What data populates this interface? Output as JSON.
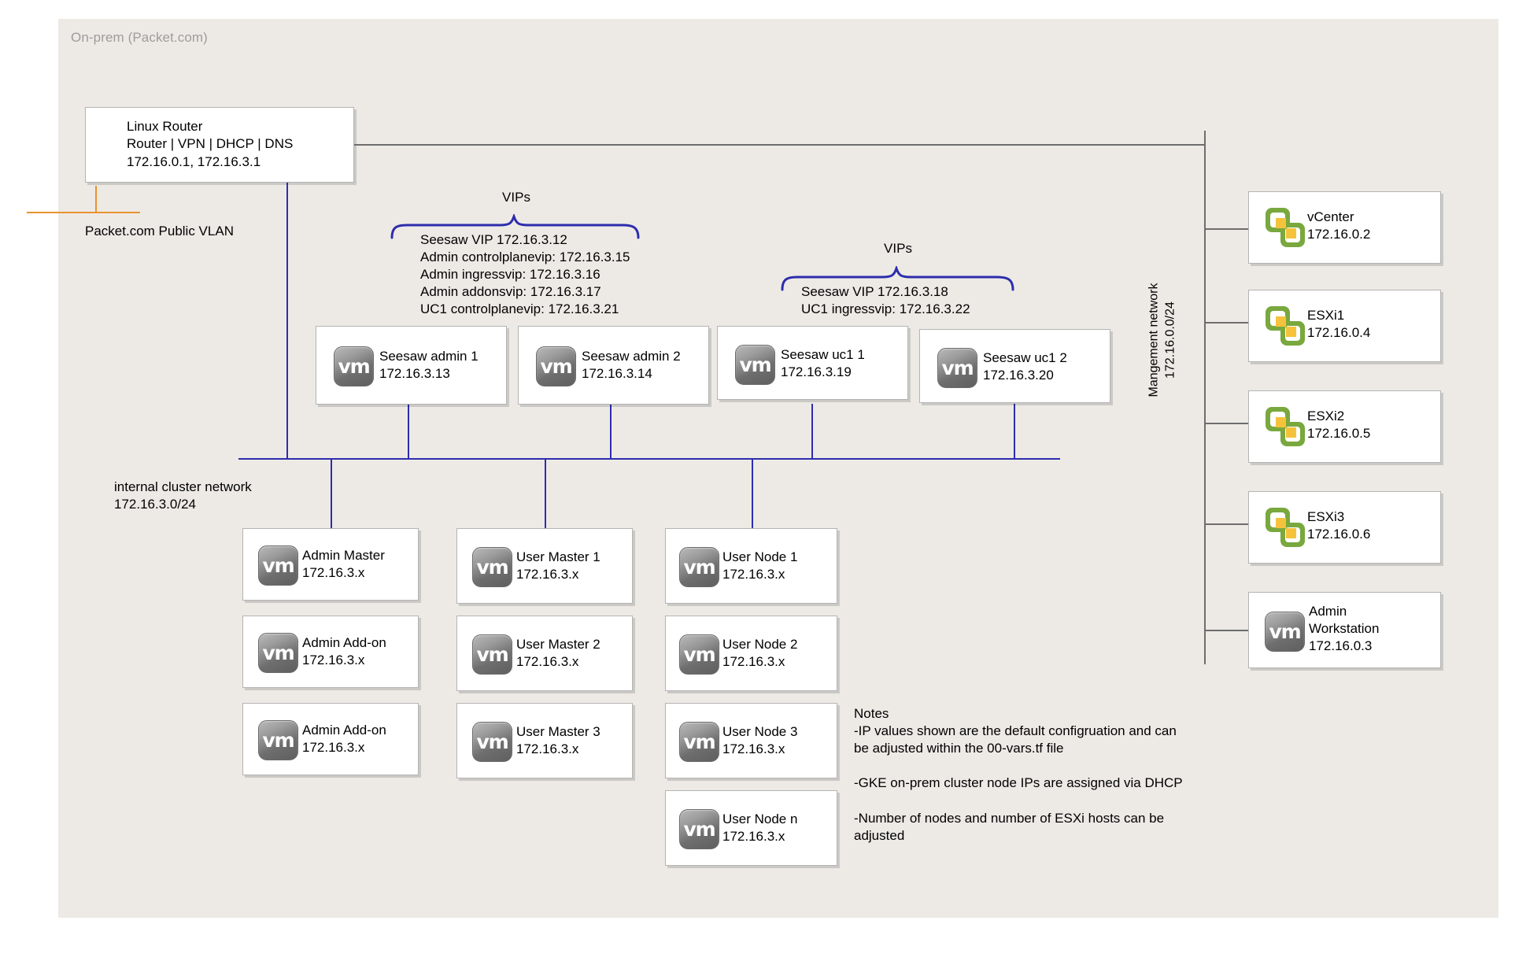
{
  "container": {
    "title": "On-prem (Packet.com)"
  },
  "router": {
    "name": "router-box",
    "text": "Linux Router\nRouter | VPN | DHCP | DNS\n172.16.0.1, 172.16.3.1"
  },
  "public_vlan": {
    "label": "Packet.com Public VLAN"
  },
  "internal_network": {
    "label": "internal cluster network\n172.16.3.0/24"
  },
  "management_network": {
    "label": "Mangement network\n172.16.0.0/24"
  },
  "vips_left": {
    "title": "VIPs",
    "lines": [
      "Seesaw VIP 172.16.3.12",
      "Admin controlplanevip: 172.16.3.15",
      "Admin ingressvip: 172.16.3.16",
      "Admin addonsvip: 172.16.3.17",
      "UC1 controlplanevip: 172.16.3.21"
    ],
    "text": "Seesaw VIP 172.16.3.12\nAdmin controlplanevip: 172.16.3.15\nAdmin ingressvip: 172.16.3.16\nAdmin addonsvip: 172.16.3.17\nUC1 controlplanevip: 172.16.3.21"
  },
  "vips_right": {
    "title": "VIPs",
    "lines": [
      "Seesaw VIP 172.16.3.18",
      "UC1 ingressvip: 172.16.3.22"
    ],
    "text": "Seesaw VIP 172.16.3.18\nUC1 ingressvip: 172.16.3.22"
  },
  "seesaw_nodes": [
    {
      "name": "seesaw-admin-1",
      "text": "Seesaw admin 1\n172.16.3.13",
      "icon": "vm-icon"
    },
    {
      "name": "seesaw-admin-2",
      "text": "Seesaw admin 2\n172.16.3.14",
      "icon": "vm-icon"
    },
    {
      "name": "seesaw-uc1-1",
      "text": "Seesaw uc1 1\n172.16.3.19",
      "icon": "vm-icon"
    },
    {
      "name": "seesaw-uc1-2",
      "text": "Seesaw uc1 2\n172.16.3.20",
      "icon": "vm-icon"
    }
  ],
  "admin_column": [
    {
      "name": "admin-master",
      "text": "Admin Master\n172.16.3.x",
      "icon": "vm-icon"
    },
    {
      "name": "admin-addon-1",
      "text": "Admin Add-on\n172.16.3.x",
      "icon": "vm-icon"
    },
    {
      "name": "admin-addon-2",
      "text": "Admin Add-on\n172.16.3.x",
      "icon": "vm-icon"
    }
  ],
  "user_master_column": [
    {
      "name": "user-master-1",
      "text": "User Master 1\n172.16.3.x",
      "icon": "vm-icon"
    },
    {
      "name": "user-master-2",
      "text": "User Master 2\n172.16.3.x",
      "icon": "vm-icon"
    },
    {
      "name": "user-master-3",
      "text": "User Master 3\n172.16.3.x",
      "icon": "vm-icon"
    }
  ],
  "user_node_column": [
    {
      "name": "user-node-1",
      "text": "User Node 1\n172.16.3.x",
      "icon": "vm-icon"
    },
    {
      "name": "user-node-2",
      "text": "User Node 2\n172.16.3.x",
      "icon": "vm-icon"
    },
    {
      "name": "user-node-3",
      "text": "User Node 3\n172.16.3.x",
      "icon": "vm-icon"
    },
    {
      "name": "user-node-n",
      "text": "User Node n\n172.16.3.x",
      "icon": "vm-icon"
    }
  ],
  "management_column": [
    {
      "name": "vcenter",
      "text": "vCenter\n172.16.0.2",
      "icon": "esxi-icon"
    },
    {
      "name": "esxi1",
      "text": "ESXi1\n172.16.0.4",
      "icon": "esxi-icon"
    },
    {
      "name": "esxi2",
      "text": "ESXi2\n172.16.0.5",
      "icon": "esxi-icon"
    },
    {
      "name": "esxi3",
      "text": "ESXi3\n172.16.0.6",
      "icon": "esxi-icon"
    },
    {
      "name": "admin-workstation",
      "text": "Admin\nWorkstation\n172.16.0.3",
      "icon": "vm-icon"
    }
  ],
  "notes": {
    "title": "Notes",
    "items": [
      "-IP values shown are the default configruation and can be adjusted within the 00-vars.tf file",
      "-GKE on-prem cluster node IPs are assigned via DHCP",
      "-Number of nodes and number of ESXi hosts can be adjusted"
    ],
    "text": "Notes\n-IP values shown are the default configruation and can\nbe adjusted within the 00-vars.tf file\n\n-GKE on-prem cluster node IPs are assigned via DHCP\n\n-Number of nodes and number of ESXi hosts can be\nadjusted"
  },
  "colors": {
    "canvas_bg": "#edeae6",
    "line_blue": "#2d2dad",
    "line_grey": "#6d6d6d",
    "line_orange": "#e8922f",
    "box_border": "#b4b4b4",
    "esxi_green": "#79a83e",
    "esxi_yellow": "#f5c33b"
  },
  "vm_glyph": "vm"
}
